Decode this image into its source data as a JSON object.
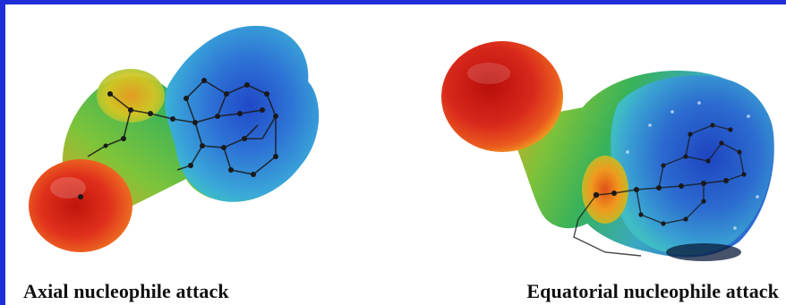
{
  "figure": {
    "border_color": "#1f2fd8",
    "panels": [
      {
        "id": "axial",
        "caption": "Axial nucleophile attack",
        "colors": {
          "negative_region": "#d8281c",
          "intermediate_region": "#f0a020",
          "neutral_region": "#3eb24a",
          "positive_region": "#2c5fcf"
        }
      },
      {
        "id": "equatorial",
        "caption": "Equatorial nucleophile attack",
        "colors": {
          "negative_region": "#d8281c",
          "intermediate_region": "#f0a020",
          "neutral_region": "#3eb24a",
          "positive_region": "#2c5fcf"
        }
      }
    ]
  }
}
